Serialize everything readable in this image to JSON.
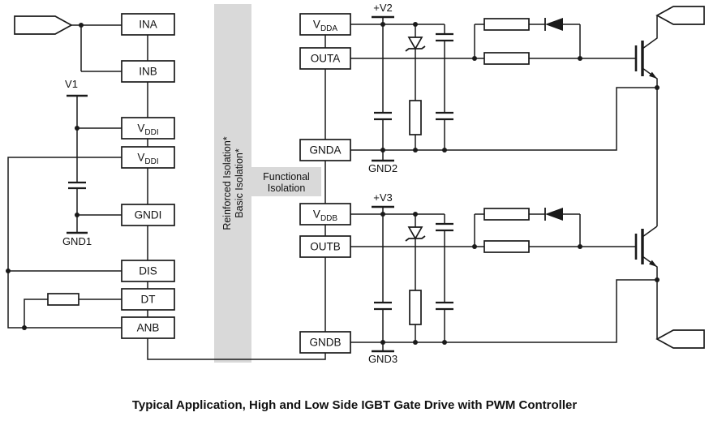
{
  "caption": "Typical Application, High and Low Side IGBT Gate Drive with PWM Controller",
  "isolation": {
    "reinforced_label": "Reinforced Isolation*",
    "basic_label": "Basic Isolation*",
    "functional_line1": "Functional",
    "functional_line2": "Isolation"
  },
  "left_pins": {
    "ina": "INA",
    "inb": "INB",
    "vddi1": {
      "main": "V",
      "sub": "DDI"
    },
    "vddi2": {
      "main": "V",
      "sub": "DDI"
    },
    "gndi": "GNDI",
    "dis": "DIS",
    "dt": "DT",
    "anb": "ANB"
  },
  "right_pins": {
    "vdda": {
      "main": "V",
      "sub": "DDA"
    },
    "outa": "OUTA",
    "gnda": "GNDA",
    "vddb": {
      "main": "V",
      "sub": "DDB"
    },
    "outb": "OUTB",
    "gndb": "GNDB"
  },
  "supplies": {
    "v1": "V1",
    "gnd1": "GND1",
    "v2": "+V2",
    "gnd2": "GND2",
    "v3": "+V3",
    "gnd3": "GND3"
  }
}
